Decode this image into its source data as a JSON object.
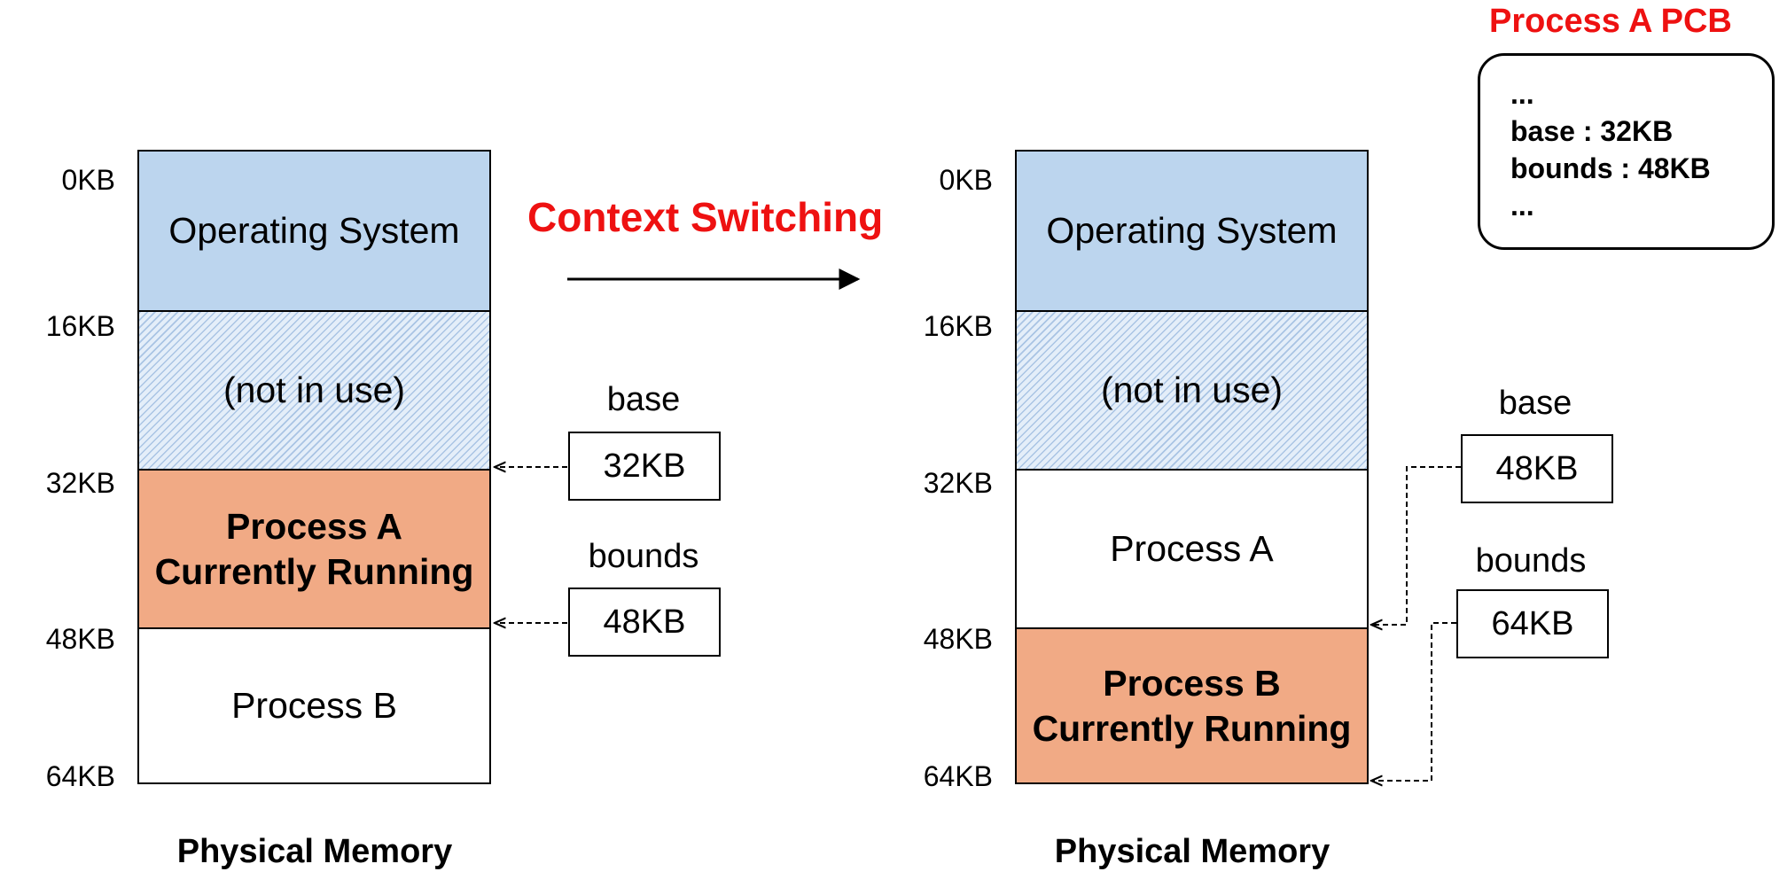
{
  "transition": {
    "label": "Context Switching"
  },
  "pcb": {
    "title": "Process A PCB",
    "lines": [
      "...",
      "base : 32KB",
      "bounds : 48KB",
      "..."
    ]
  },
  "left_memory": {
    "caption": "Physical Memory",
    "ticks": [
      "0KB",
      "16KB",
      "32KB",
      "48KB",
      "64KB"
    ],
    "segments": [
      {
        "line1": "Operating System",
        "line2": ""
      },
      {
        "line1": "(not in use)",
        "line2": ""
      },
      {
        "line1": "Process A",
        "line2": "Currently Running"
      },
      {
        "line1": "Process B",
        "line2": ""
      }
    ],
    "registers": {
      "base_label": "base",
      "base_value": "32KB",
      "bounds_label": "bounds",
      "bounds_value": "48KB"
    }
  },
  "right_memory": {
    "caption": "Physical Memory",
    "ticks": [
      "0KB",
      "16KB",
      "32KB",
      "48KB",
      "64KB"
    ],
    "segments": [
      {
        "line1": "Operating System",
        "line2": ""
      },
      {
        "line1": "(not in use)",
        "line2": ""
      },
      {
        "line1": "Process A",
        "line2": ""
      },
      {
        "line1": "Process B",
        "line2": "Currently Running"
      }
    ],
    "registers": {
      "base_label": "base",
      "base_value": "48KB",
      "bounds_label": "bounds",
      "bounds_value": "64KB"
    }
  },
  "colors": {
    "os_segment": "#bcd5ee",
    "unused_hatch": "#a9c4e4",
    "running_segment": "#f1aa85",
    "title_red": "#ee1111"
  }
}
